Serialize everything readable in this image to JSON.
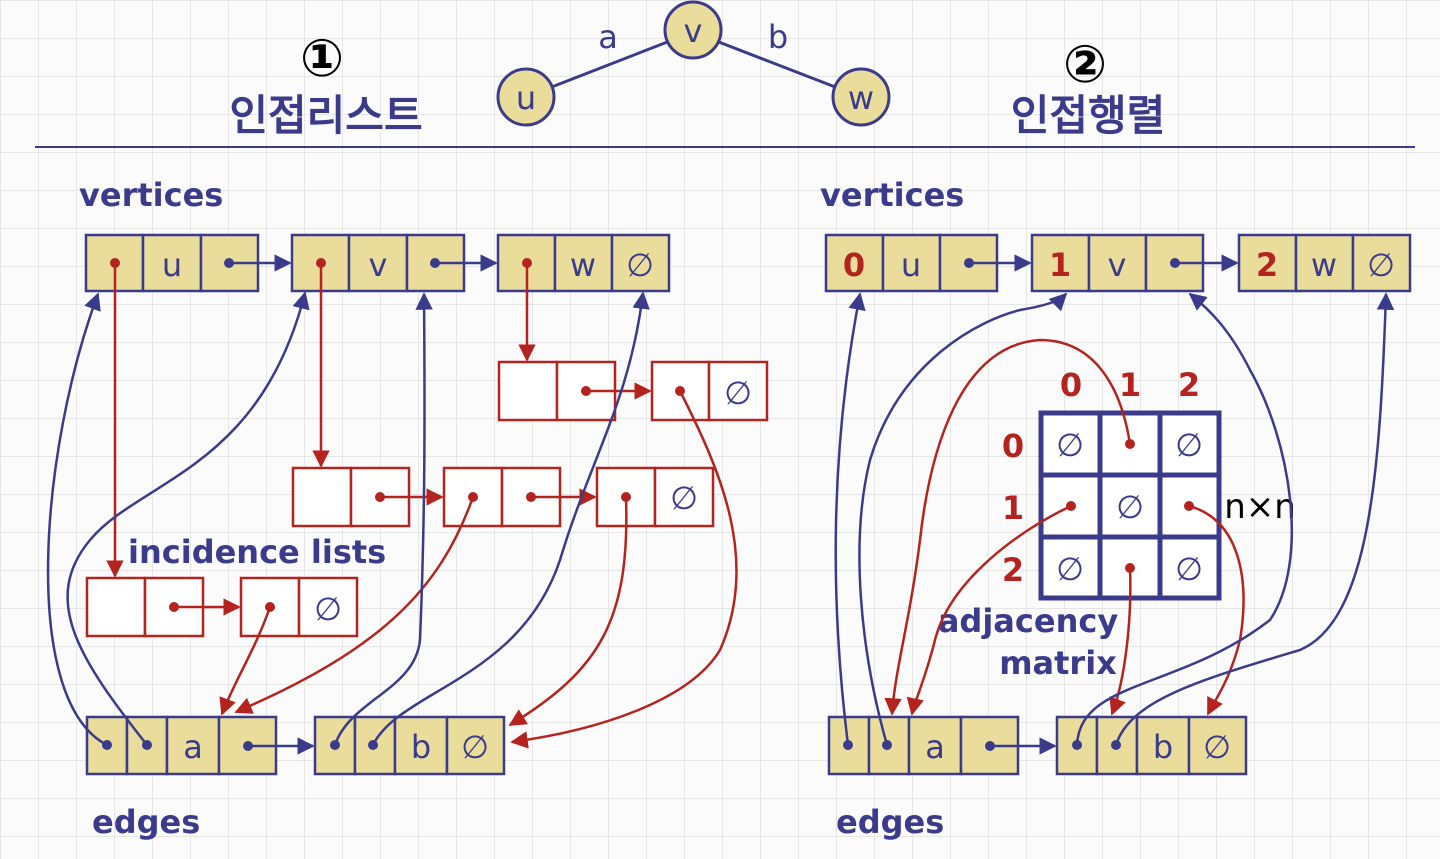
{
  "header": {
    "marker_left": "①",
    "marker_right": "②",
    "title_left": "인접리스트",
    "title_right": "인접행렬"
  },
  "graph": {
    "edge_a": "a",
    "edge_b": "b",
    "node_u": "u",
    "node_v": "v",
    "node_w": "w"
  },
  "left": {
    "vertices_label": "vertices",
    "edges_label": "edges",
    "incidence_label": "incidence lists",
    "cell_u": "u",
    "cell_v": "v",
    "cell_w": "w",
    "cell_a": "a",
    "cell_b": "b",
    "null": "∅"
  },
  "right": {
    "vertices_label": "vertices",
    "edges_label": "edges",
    "matrix_label_1": "adjacency",
    "matrix_label_2": "matrix",
    "idx0": "0",
    "idx1": "1",
    "idx2": "2",
    "cell_u": "u",
    "cell_v": "v",
    "cell_w": "w",
    "cell_a": "a",
    "cell_b": "b",
    "null": "∅",
    "col_headers": [
      "0",
      "1",
      "2"
    ],
    "row_headers": [
      "0",
      "1",
      "2"
    ],
    "nxn_note": "n×n"
  }
}
